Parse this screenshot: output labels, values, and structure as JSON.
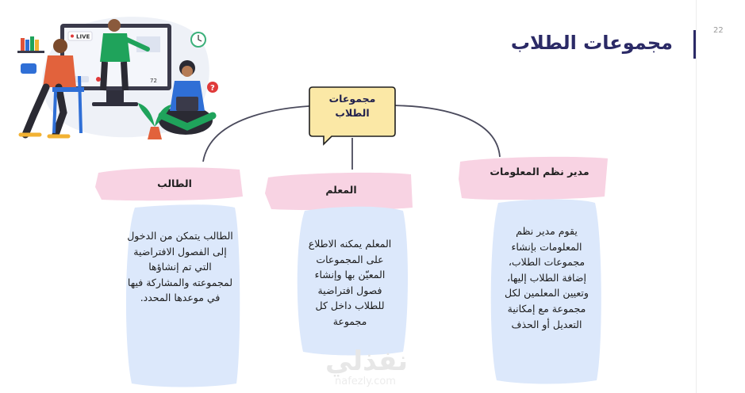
{
  "slide": {
    "number": "22",
    "title": "مجموعات الطلاب"
  },
  "center_bubble": {
    "text": "مجموعات الطلاب"
  },
  "roles": [
    {
      "label": "الطالب",
      "description": "الطالب يتمكن من الدخول إلى الفصول الافتراضية التي تم إنشاؤها لمجموعته والمشاركة فيها في موعدها المحدد."
    },
    {
      "label": "المعلم",
      "description": "المعلم يمكنه الاطلاع على المجموعات المعيّن بها وإنشاء فصول افتراضية للطلاب داخل كل مجموعة"
    },
    {
      "label": "مدير نظم المعلومات",
      "description": "يقوم مدير نظم المعلومات بإنشاء مجموعات الطلاب، إضافة الطلاب إليها، وتعيين المعلمين لكل مجموعة مع إمكانية التعديل أو الحذف"
    }
  ],
  "illustration": {
    "live_label": "LIVE",
    "viewer_count": "72"
  },
  "watermark": {
    "text": "نفذلي",
    "url": "nafezly.com"
  },
  "colors": {
    "title": "#2b2a66",
    "tab": "#f8d3e3",
    "card": "#dce8fb",
    "bubble": "#fbe8a6",
    "bubble_border": "#1f1f1f"
  }
}
